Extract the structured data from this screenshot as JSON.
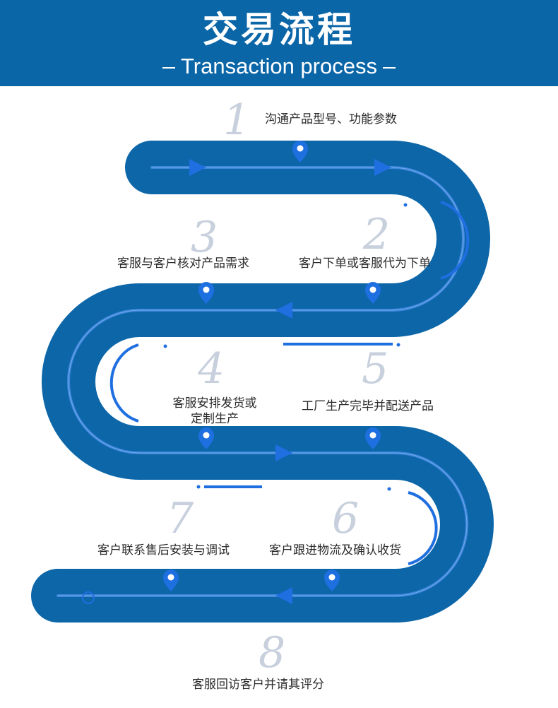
{
  "header": {
    "title": "交易流程",
    "subtitle": "Transaction process"
  },
  "steps": [
    {
      "number": "1",
      "label": "沟通产品型号、功能参数"
    },
    {
      "number": "2",
      "label": "客户下单或客服代为下单"
    },
    {
      "number": "3",
      "label": "客服与客户核对产品需求"
    },
    {
      "number": "4",
      "label_line1": "客服安排发货或",
      "label_line2": "定制生产"
    },
    {
      "number": "5",
      "label": "工厂生产完毕并配送产品"
    },
    {
      "number": "6",
      "label": "客户跟进物流及确认收货"
    },
    {
      "number": "7",
      "label": "客户联系售后安装与调试"
    },
    {
      "number": "8",
      "label": "客服回访客户并请其评分"
    }
  ],
  "colors": {
    "header_bg": "#0b66a8",
    "road": "#0c66a8",
    "road_line": "#2f7fd8",
    "accent": "#1f6fe0",
    "number": "#c7d0dc"
  },
  "icons": [
    "location-pin-icon",
    "direction-arrow-icon",
    "end-circle-icon"
  ]
}
